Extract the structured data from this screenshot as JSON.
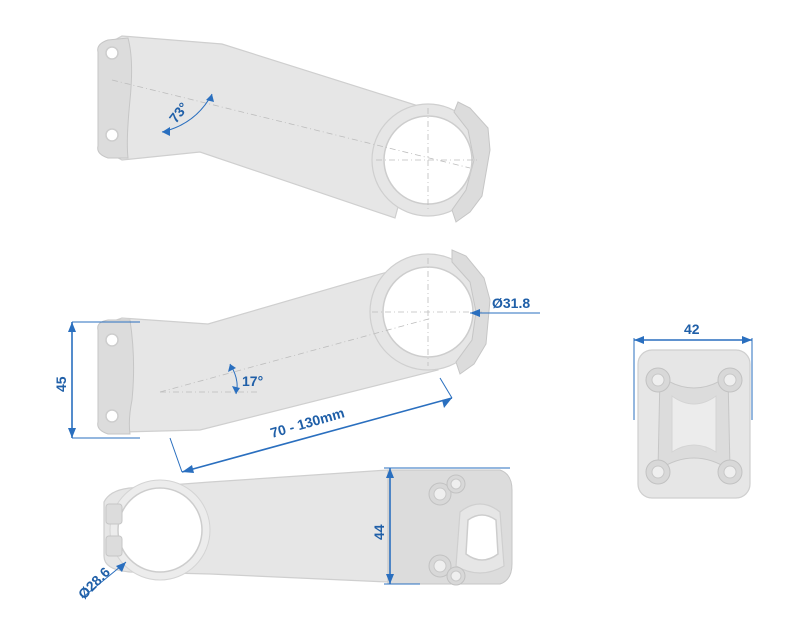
{
  "dimensions": {
    "rise_angle": "73°",
    "stem_angle": "17°",
    "clamp_diameter": "Ø31.8",
    "height_45": "45",
    "length": "70 - 130mm",
    "steerer_diameter": "Ø28.6",
    "height_44": "44",
    "faceplate_width": "42"
  },
  "colors": {
    "dimension_blue": "#2a6fbf",
    "part_gray": "#e6e6e6"
  }
}
